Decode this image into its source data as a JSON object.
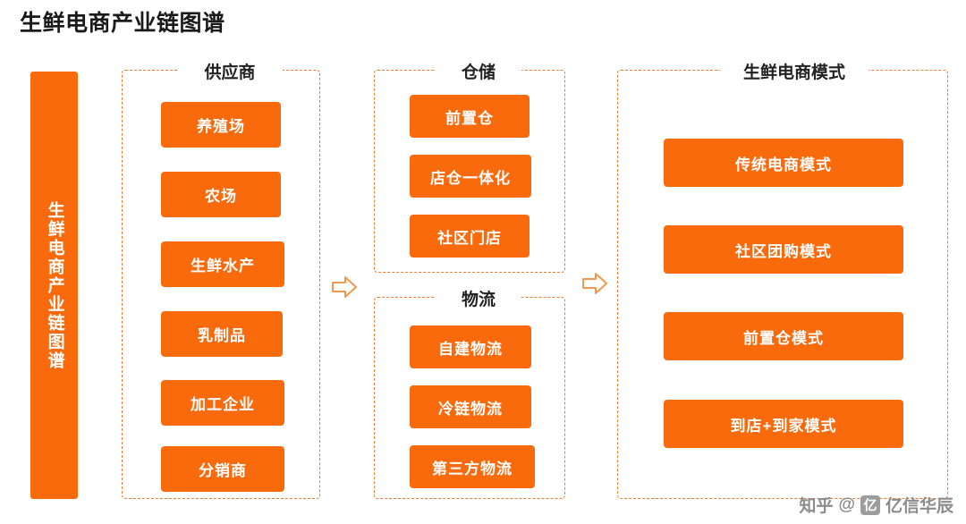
{
  "title": "生鲜电商产业链图谱",
  "vertical_bar": {
    "label": "生鲜电商产业链图谱"
  },
  "groups": [
    {
      "name": "supplier",
      "title": "供应商",
      "items": [
        "养殖场",
        "农场",
        "生鲜水产",
        "乳制品",
        "加工企业",
        "分销商"
      ]
    },
    {
      "name": "warehouse",
      "title": "仓储",
      "items": [
        "前置仓",
        "店仓一体化",
        "社区门店"
      ]
    },
    {
      "name": "logistics",
      "title": "物流",
      "items": [
        "自建物流",
        "冷链物流",
        "第三方物流"
      ]
    },
    {
      "name": "models",
      "title": "生鲜电商模式",
      "items": [
        "传统电商模式",
        "社区团购模式",
        "前置仓模式",
        "到店+到家模式"
      ]
    }
  ],
  "arrows": [
    {
      "name": "arrow-supplier-to-warehouse"
    },
    {
      "name": "arrow-warehouse-to-models"
    }
  ],
  "watermark": {
    "zhihu": "知乎",
    "at": "@",
    "brand": "亿信华辰",
    "logo_glyph": "亿"
  },
  "colors": {
    "accent": "#f96a0d",
    "dashed_border": "#f07a2e",
    "title_text": "#1a1a1a",
    "chip_text": "#ffffff",
    "watermark": "#8c8c8c"
  }
}
